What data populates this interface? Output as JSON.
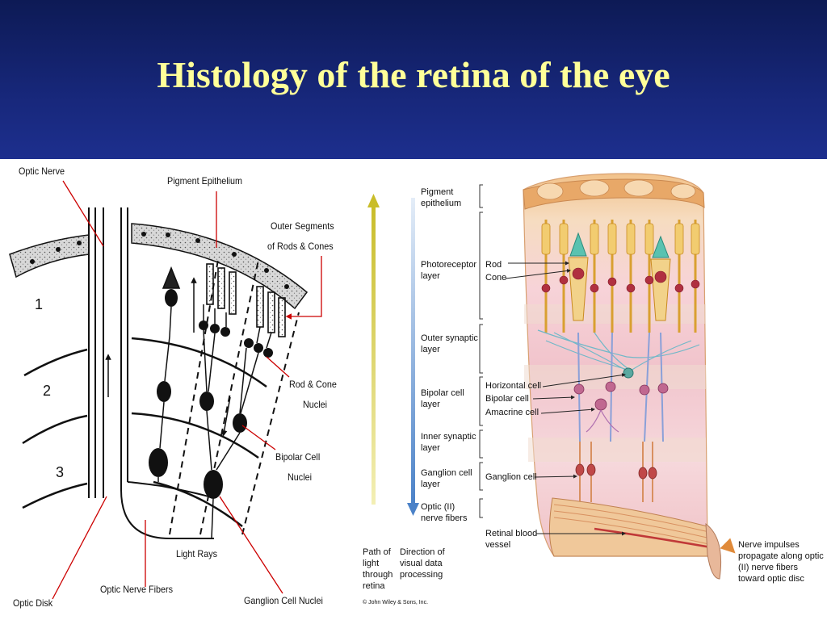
{
  "slide": {
    "title": "Histology of the retina of the eye"
  },
  "left_diagram": {
    "labels": {
      "optic_nerve": "Optic Nerve",
      "pigment_epithelium": "Pigment Epithelium",
      "outer_segments_1": "Outer Segments",
      "outer_segments_2": "of Rods & Cones",
      "rod_cone_nuclei_1": "Rod & Cone",
      "rod_cone_nuclei_2": "Nuclei",
      "bipolar_nuclei_1": "Bipolar Cell",
      "bipolar_nuclei_2": "Nuclei",
      "light_rays": "Light Rays",
      "optic_disk": "Optic Disk",
      "optic_nerve_fibers": "Optic Nerve Fibers",
      "ganglion_nuclei": "Ganglion Cell Nuclei"
    },
    "layer_numbers": [
      "1",
      "2",
      "3"
    ]
  },
  "right_diagram": {
    "layers": {
      "pigment_epithelium": "Pigment epithelium",
      "photoreceptor_layer": "Photoreceptor layer",
      "outer_synaptic_layer": "Outer synaptic layer",
      "bipolar_cell_layer": "Bipolar cell layer",
      "inner_synaptic_layer": "Inner synaptic layer",
      "ganglion_cell_layer": "Ganglion cell layer",
      "optic_nerve_fibers": "Optic (II) nerve fibers"
    },
    "cells": {
      "rod": "Rod",
      "cone": "Cone",
      "horizontal_cell": "Horizontal cell",
      "bipolar_cell": "Bipolar cell",
      "amacrine_cell": "Amacrine cell",
      "ganglion_cell": "Ganglion cell",
      "retinal_blood_vessel": "Retinal blood vessel"
    },
    "path_of_light": "Path of light through retina",
    "direction_of_data": "Direction of visual data processing",
    "nerve_impulses": "Nerve impulses propagate along optic (II) nerve fibers toward optic disc",
    "copyright": "© John Wiley & Sons, Inc."
  },
  "colors": {
    "header_bg": "#17277a",
    "title_text": "#ffff99",
    "light_arrow": "#d8cf3a",
    "data_arrow": "#5b8fd0"
  }
}
